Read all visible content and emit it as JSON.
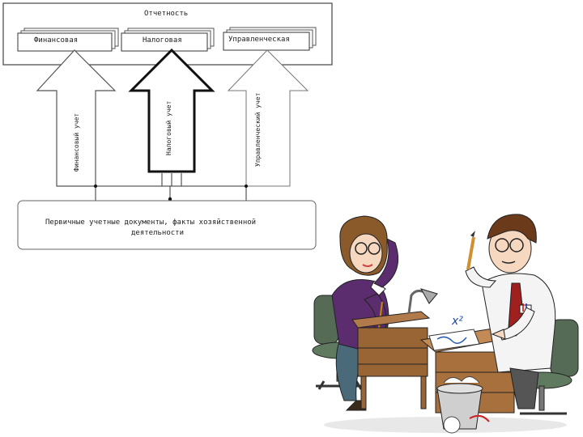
{
  "diagram": {
    "title": "Отчетность",
    "reports": [
      {
        "label": "Финансовая"
      },
      {
        "label": "Налоговая"
      },
      {
        "label": "Управленческая"
      }
    ],
    "flows": [
      {
        "label": "Финансовый учет"
      },
      {
        "label": "Налоговый учет"
      },
      {
        "label": "Управленческий учет"
      }
    ],
    "source": {
      "line1": "Первичные учетные документы, факты хозяйственной",
      "line2": "деятельности"
    }
  },
  "illustration": {
    "subject": "two-accountants-cartoon",
    "formula": "x²"
  }
}
